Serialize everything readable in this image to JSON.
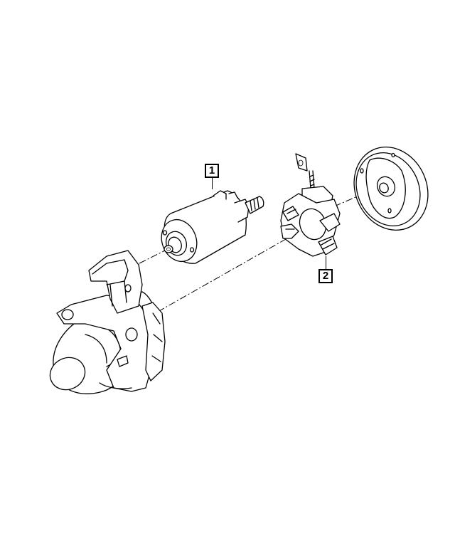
{
  "diagram": {
    "type": "exploded-parts-view",
    "subject": "starter motor assembly",
    "callouts": [
      {
        "id": "1",
        "label": "1",
        "part": "solenoid"
      },
      {
        "id": "2",
        "label": "2",
        "part": "brush holder"
      }
    ],
    "parts": [
      {
        "name": "starter-motor-housing"
      },
      {
        "name": "solenoid",
        "callout": "1"
      },
      {
        "name": "brush-holder",
        "callout": "2"
      },
      {
        "name": "end-cover-plate"
      }
    ],
    "colors": {
      "line": "#000000",
      "background": "#ffffff"
    }
  }
}
